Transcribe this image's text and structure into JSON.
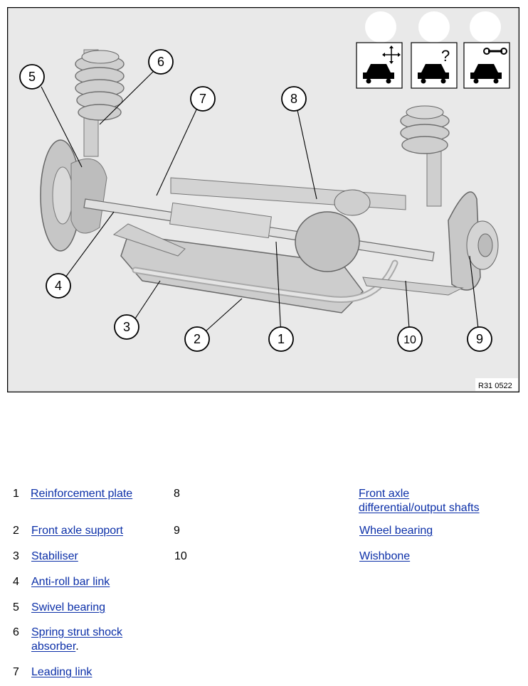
{
  "figure": {
    "ref_code": "R31 0522",
    "callouts": [
      "1",
      "2",
      "3",
      "4",
      "5",
      "6",
      "7",
      "8",
      "9",
      "10"
    ],
    "icons": [
      "car-move-icon",
      "car-question-icon",
      "car-wrench-icon"
    ]
  },
  "legend": {
    "left": [
      {
        "num": "1",
        "label": "Reinforcement plate"
      },
      {
        "num": "2",
        "label": "Front axle support"
      },
      {
        "num": "3",
        "label": "Stabiliser"
      },
      {
        "num": "4",
        "label": "Anti-roll bar link"
      },
      {
        "num": "5",
        "label": "Swivel bearing"
      },
      {
        "num": "6",
        "label": "Spring strut shock absorber",
        "suffix": "."
      },
      {
        "num": "7",
        "label": "Leading link"
      }
    ],
    "right": [
      {
        "num": "8",
        "label": "Front axle differential/output shafts",
        "label_line1": "Front axle",
        "label_line2": "differential/output shafts"
      },
      {
        "num": "9",
        "label": "Wheel bearing"
      },
      {
        "num": "10",
        "label": "Wishbone"
      }
    ]
  }
}
